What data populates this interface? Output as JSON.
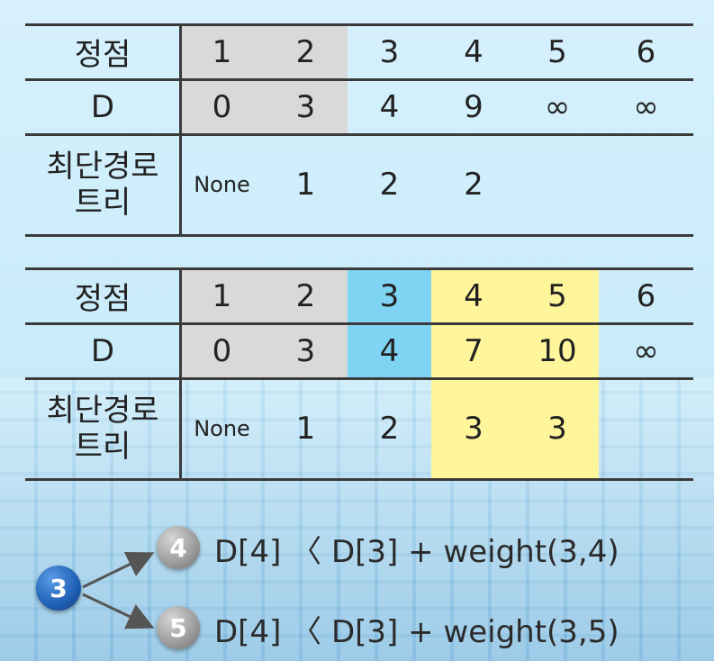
{
  "tables": [
    {
      "rows": [
        {
          "label": "정점",
          "cells": [
            "1",
            "2",
            "3",
            "4",
            "5",
            "6"
          ]
        },
        {
          "label": "D",
          "cells": [
            "0",
            "3",
            "4",
            "9",
            "∞",
            "∞"
          ]
        },
        {
          "label": [
            "최단경로",
            "트리"
          ],
          "cells": [
            "None",
            "1",
            "2",
            "2",
            "",
            ""
          ]
        }
      ]
    },
    {
      "rows": [
        {
          "label": "정점",
          "cells": [
            "1",
            "2",
            "3",
            "4",
            "5",
            "6"
          ]
        },
        {
          "label": "D",
          "cells": [
            "0",
            "3",
            "4",
            "7",
            "10",
            "∞"
          ]
        },
        {
          "label": [
            "최단경로",
            "트리"
          ],
          "cells": [
            "None",
            "1",
            "2",
            "3",
            "3",
            ""
          ]
        }
      ]
    }
  ],
  "colors": {
    "visited_gray": "#d9d9d9",
    "current_blue": "#7fd3f3",
    "updated_yellow": "#fff59b",
    "blue_node": "#1f5fb5",
    "gray_node": "#9a9a9a"
  },
  "legend": {
    "source_node": "3",
    "targets": [
      {
        "node": "4",
        "expression": "D[4] 〈 D[3] + weight(3,4)"
      },
      {
        "node": "5",
        "expression": "D[4] 〈 D[3] + weight(3,5)"
      }
    ]
  }
}
